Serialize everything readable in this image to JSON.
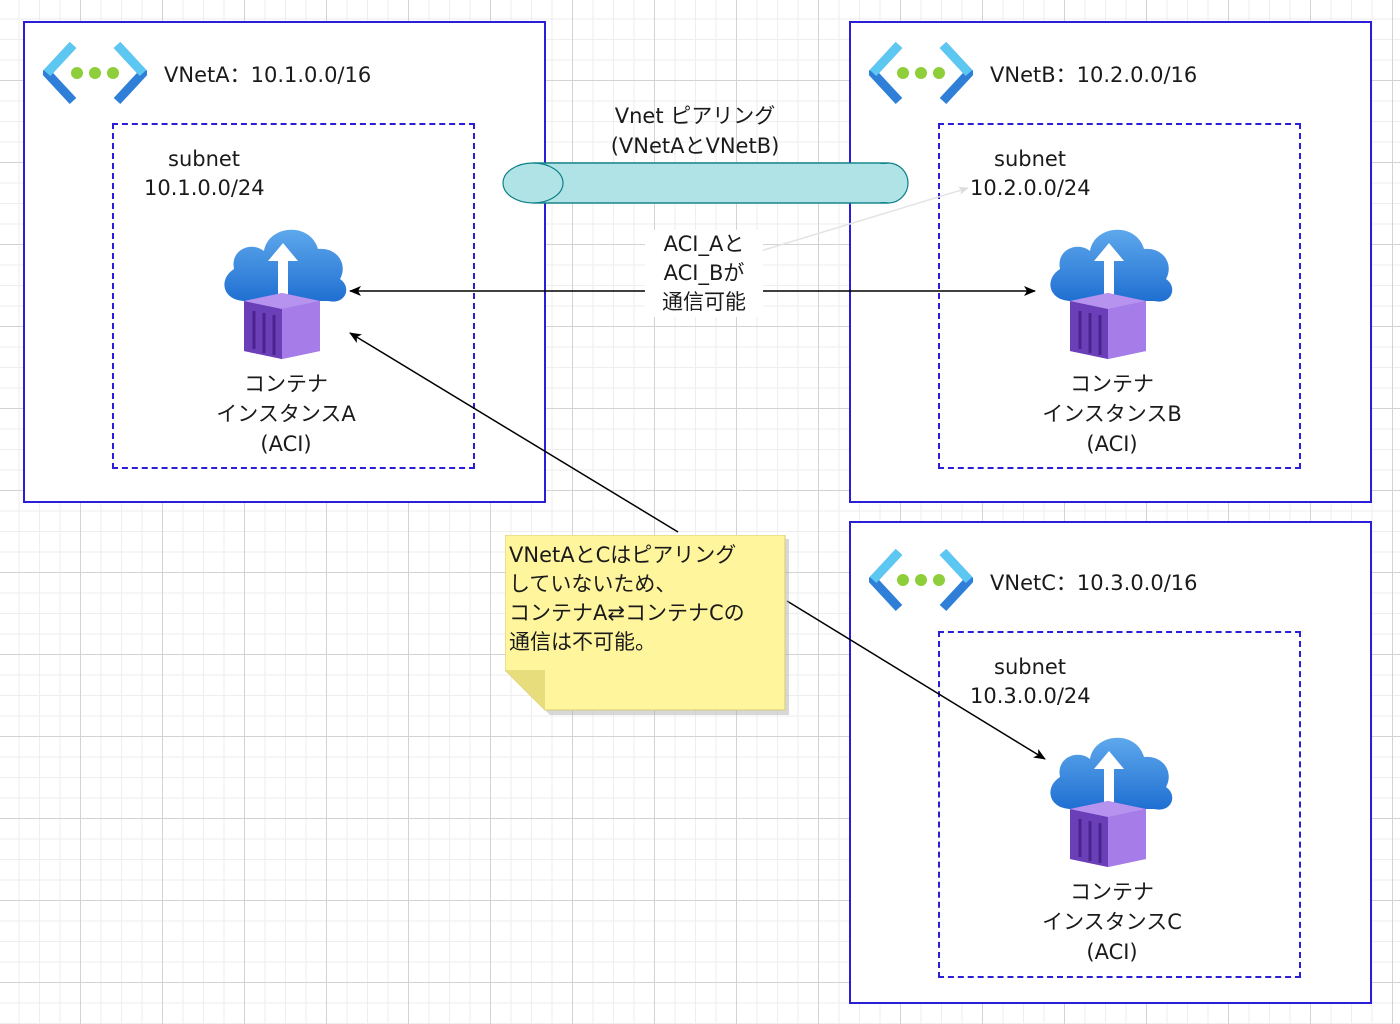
{
  "vnets": [
    {
      "title": "VNetA：10.1.0.0/16",
      "subnet_label": "subnet",
      "subnet_cidr": "10.1.0.0/24",
      "container": [
        "コンテナ",
        "インスタンスA",
        "(ACI)"
      ]
    },
    {
      "title": "VNetB：10.2.0.0/16",
      "subnet_label": "subnet",
      "subnet_cidr": "10.2.0.0/24",
      "container": [
        "コンテナ",
        "インスタンスB",
        "(ACI)"
      ]
    },
    {
      "title": "VNetC：10.3.0.0/16",
      "subnet_label": "subnet",
      "subnet_cidr": "10.3.0.0/24",
      "container": [
        "コンテナ",
        "インスタンスC",
        "(ACI)"
      ]
    }
  ],
  "peering": {
    "lines": [
      "Vnet ピアリング",
      "(VNetAとVNetB)"
    ]
  },
  "communication": {
    "lines": [
      "ACI_Aと",
      "ACI_Bが",
      "通信可能"
    ]
  },
  "note": {
    "lines": [
      "VNetAとCはピアリング",
      "していないため、",
      "コンテナA⇄コンテナCの",
      "通信は不可能。"
    ]
  },
  "icons": {
    "vnet": "virtual-network-icon",
    "aci": "container-instance-icon"
  },
  "colors": {
    "vnet_border": "#2a1fd6",
    "peering_fill": "#b0e3e6",
    "peering_stroke": "#0e8088",
    "note_fill": "#fff59d"
  }
}
